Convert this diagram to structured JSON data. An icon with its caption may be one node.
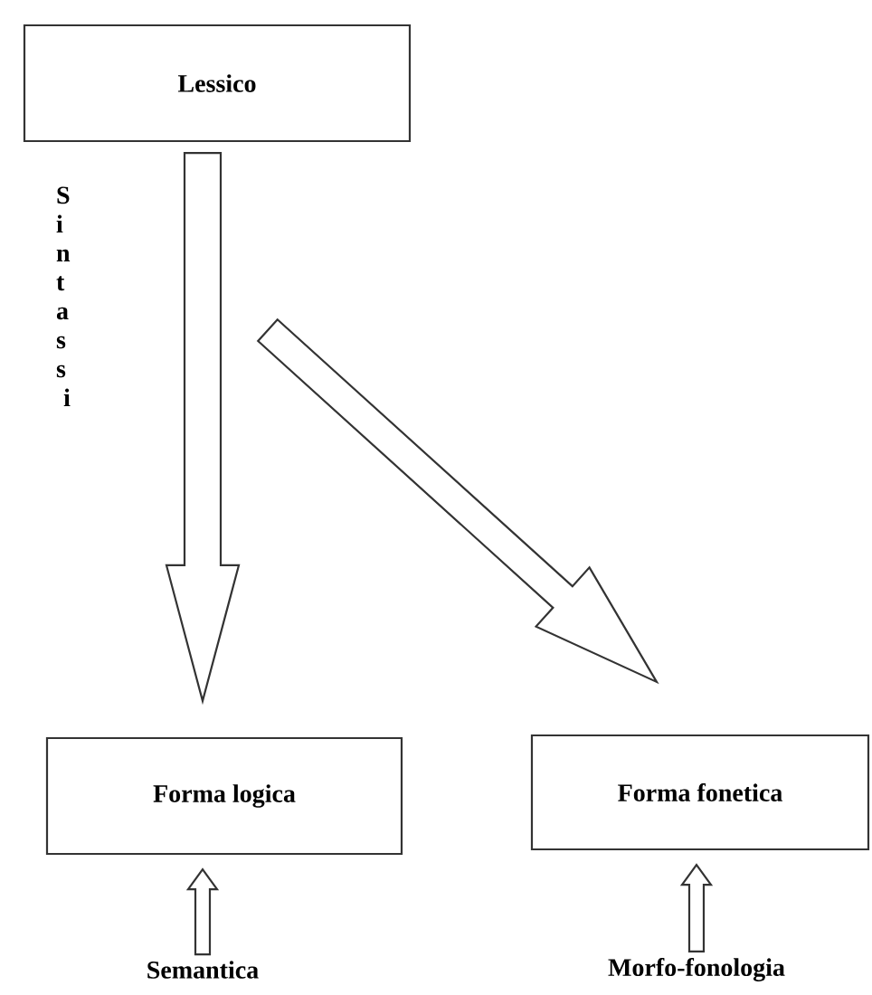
{
  "diagram": {
    "nodes": [
      {
        "text": [
          "Lessico"
        ]
      },
      {
        "text": [
          "Forma logica"
        ]
      },
      {
        "text": [
          "Forma fonetica"
        ]
      },
      {
        "text": [
          "Semantica"
        ]
      },
      {
        "text": [
          "Morfo-fonologia"
        ]
      }
    ],
    "edges": [
      {
        "from": 0,
        "to": 1,
        "arrow": "to"
      },
      {
        "from": 0,
        "to": 2,
        "arrow": "to"
      },
      {
        "from": 3,
        "to": 1,
        "arrow": "to"
      },
      {
        "from": 4,
        "to": 2,
        "arrow": "to"
      }
    ],
    "labels": [
      "Sintassi"
    ]
  }
}
